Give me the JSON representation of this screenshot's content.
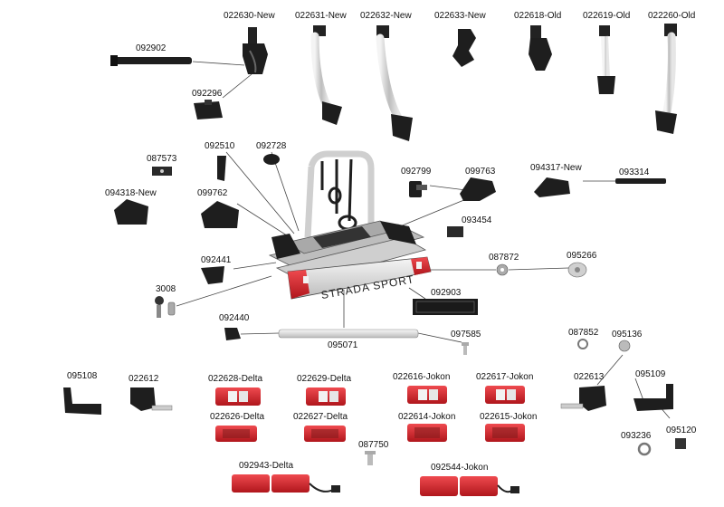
{
  "brand": "STRADA SPORT",
  "parts": {
    "p022630": "022630-New",
    "p022631": "022631-New",
    "p022632": "022632-New",
    "p022633": "022633-New",
    "p022618": "022618-Old",
    "p022619": "022619-Old",
    "p022260": "022260-Old",
    "p092902": "092902",
    "p092296": "092296",
    "p092510": "092510",
    "p092728": "092728",
    "p087573": "087573",
    "p094318": "094318-New",
    "p099762": "099762",
    "p092799": "092799",
    "p099763": "099763",
    "p093454": "093454",
    "p094317": "094317-New",
    "p093314": "093314",
    "p092441": "092441",
    "p087872": "087872",
    "p095266": "095266",
    "p3008": "3008",
    "p092903": "092903",
    "p092440": "092440",
    "p095071": "095071",
    "p097585": "097585",
    "p087852": "087852",
    "p095136": "095136",
    "p095108": "095108",
    "p022612": "022612",
    "p022628": "022628-Delta",
    "p022629": "022629-Delta",
    "p022616": "022616-Jokon",
    "p022617": "022617-Jokon",
    "p022613": "022613",
    "p095109": "095109",
    "p022626": "022626-Delta",
    "p022627": "022627-Delta",
    "p022614": "022614-Jokon",
    "p022615": "022615-Jokon",
    "p093236": "093236",
    "p095120": "095120",
    "p087750": "087750",
    "p092943": "092943-Delta",
    "p092544": "092544-Jokon"
  },
  "colors": {
    "frame": "#c8c8c8",
    "dark": "#1e1e1e",
    "lamp_red": "#d8282e",
    "lamp_lens": "#f2f2f2",
    "arm": "#d4d4d4",
    "leader": "#444444"
  }
}
